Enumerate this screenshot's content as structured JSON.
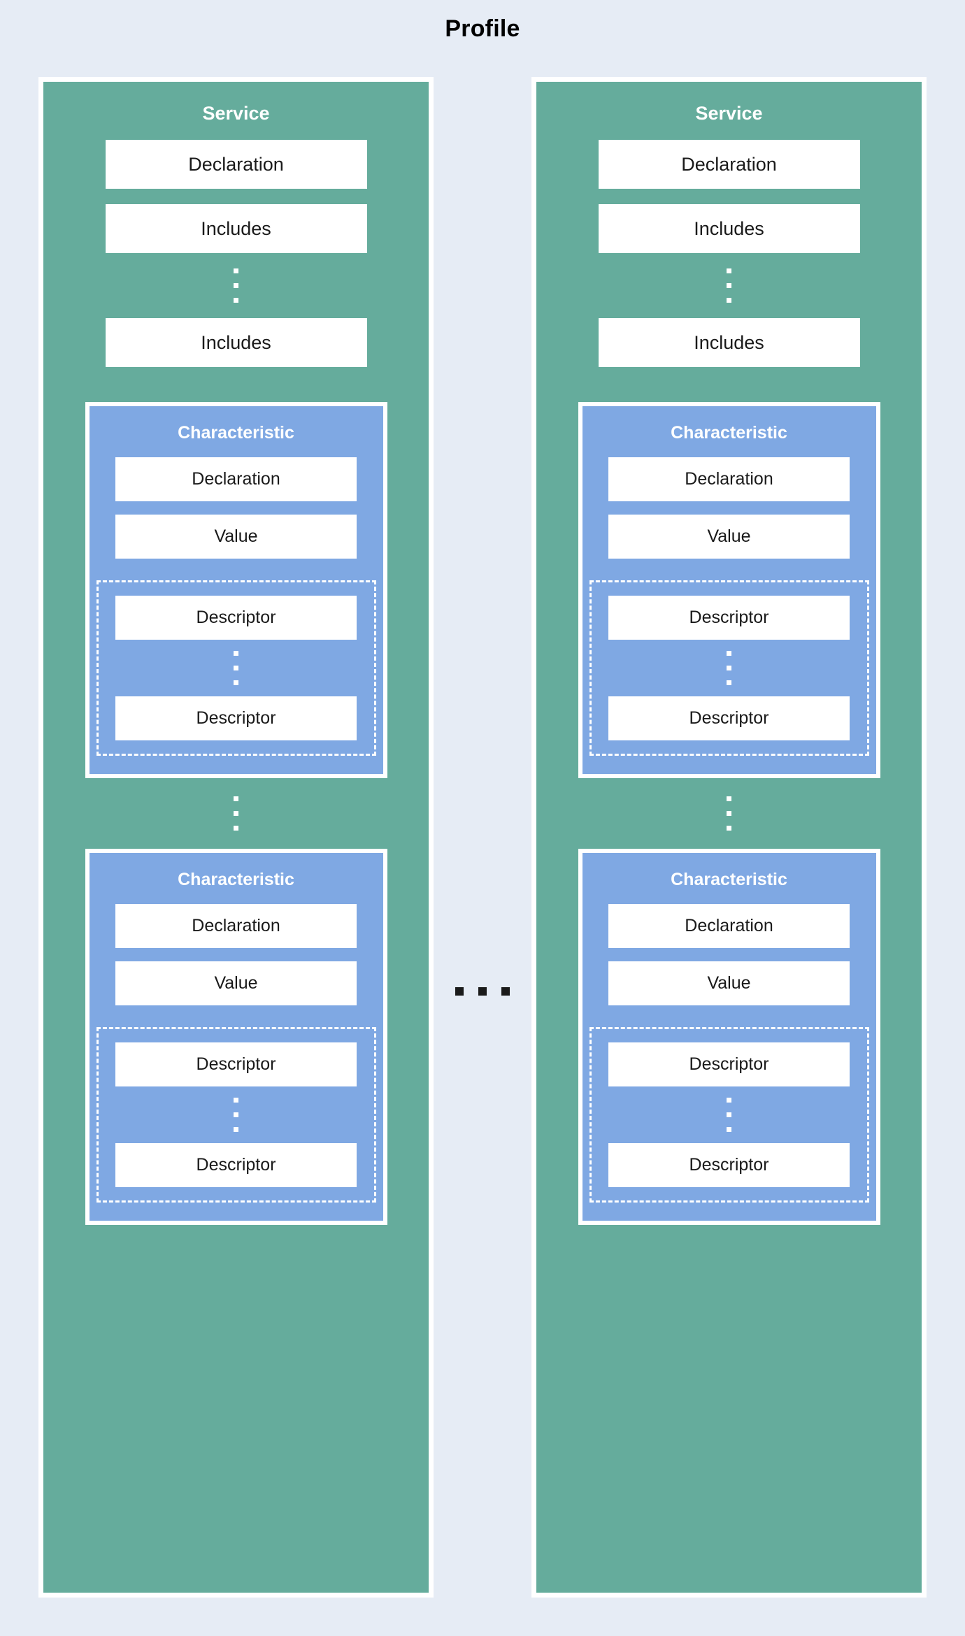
{
  "title": "Profile",
  "colors": {
    "background": "#e6ecf5",
    "service_fill": "#65ac9c",
    "characteristic_fill": "#7fa8e3",
    "leaf_fill": "#ffffff",
    "border": "#ffffff",
    "text_dark": "#1a1a1a",
    "text_light": "#ffffff"
  },
  "ellipsis": {
    "vertical_glyph": "vertical-ellipsis",
    "horizontal_glyph": "horizontal-ellipsis",
    "dot_count": 3
  },
  "between_services_label": "...",
  "services": [
    {
      "title": "Service",
      "items": [
        {
          "label": "Declaration"
        },
        {
          "label": "Includes"
        },
        {
          "ellipsis": true
        },
        {
          "label": "Includes"
        }
      ],
      "characteristics": [
        {
          "title": "Characteristic",
          "items": [
            {
              "label": "Declaration"
            },
            {
              "label": "Value"
            }
          ],
          "descriptors": [
            {
              "label": "Descriptor"
            },
            {
              "ellipsis": true
            },
            {
              "label": "Descriptor"
            }
          ]
        },
        {
          "title": "Characteristic",
          "items": [
            {
              "label": "Declaration"
            },
            {
              "label": "Value"
            }
          ],
          "descriptors": [
            {
              "label": "Descriptor"
            },
            {
              "ellipsis": true
            },
            {
              "label": "Descriptor"
            }
          ]
        }
      ]
    },
    {
      "title": "Service",
      "items": [
        {
          "label": "Declaration"
        },
        {
          "label": "Includes"
        },
        {
          "ellipsis": true
        },
        {
          "label": "Includes"
        }
      ],
      "characteristics": [
        {
          "title": "Characteristic",
          "items": [
            {
              "label": "Declaration"
            },
            {
              "label": "Value"
            }
          ],
          "descriptors": [
            {
              "label": "Descriptor"
            },
            {
              "ellipsis": true
            },
            {
              "label": "Descriptor"
            }
          ]
        },
        {
          "title": "Characteristic",
          "items": [
            {
              "label": "Declaration"
            },
            {
              "label": "Value"
            }
          ],
          "descriptors": [
            {
              "label": "Descriptor"
            },
            {
              "ellipsis": true
            },
            {
              "label": "Descriptor"
            }
          ]
        }
      ]
    }
  ]
}
